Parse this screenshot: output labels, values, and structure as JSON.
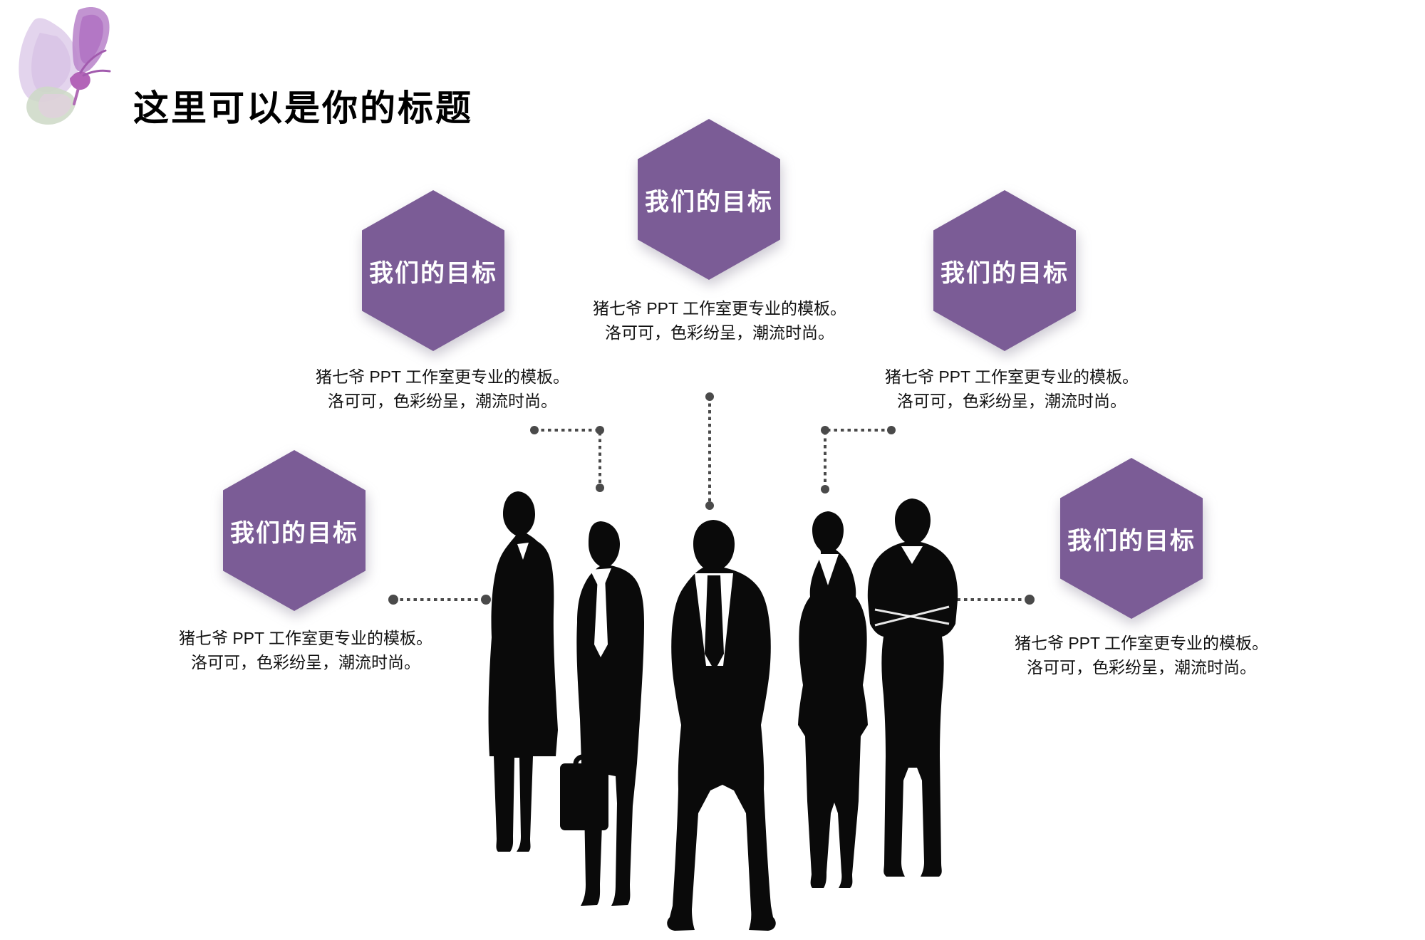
{
  "slide": {
    "title": "这里可以是你的标题"
  },
  "goals": {
    "items": [
      {
        "id": "top-center",
        "label": "我们的目标",
        "desc1": "猪七爷 PPT 工作室更专业的模板。",
        "desc2": "洛可可，色彩纷呈，潮流时尚。"
      },
      {
        "id": "left-upper",
        "label": "我们的目标",
        "desc1": "猪七爷 PPT 工作室更专业的模板。",
        "desc2": "洛可可，色彩纷呈，潮流时尚。"
      },
      {
        "id": "right-upper",
        "label": "我们的目标",
        "desc1": "猪七爷 PPT 工作室更专业的模板。",
        "desc2": "洛可可，色彩纷呈，潮流时尚。"
      },
      {
        "id": "left-lower",
        "label": "我们的目标",
        "desc1": "猪七爷 PPT 工作室更专业的模板。",
        "desc2": "洛可可，色彩纷呈，潮流时尚。"
      },
      {
        "id": "right-lower",
        "label": "我们的目标",
        "desc1": "猪七爷 PPT 工作室更专业的模板。",
        "desc2": "洛可可，色彩纷呈，潮流时尚。"
      }
    ]
  },
  "decor": {
    "butterfly": "butterfly-watercolor-icon",
    "team_silhouette": "business-team-silhouette",
    "connector_style": "dotted-line-with-end-dots"
  },
  "colors": {
    "hexagon_purple": "#7B5C96",
    "hex_label_white": "#FFFFFF",
    "connector_gray": "#4A4A4A",
    "title_black": "#000000",
    "description_text": "#121212",
    "silhouette_black": "#0A0A0A"
  }
}
